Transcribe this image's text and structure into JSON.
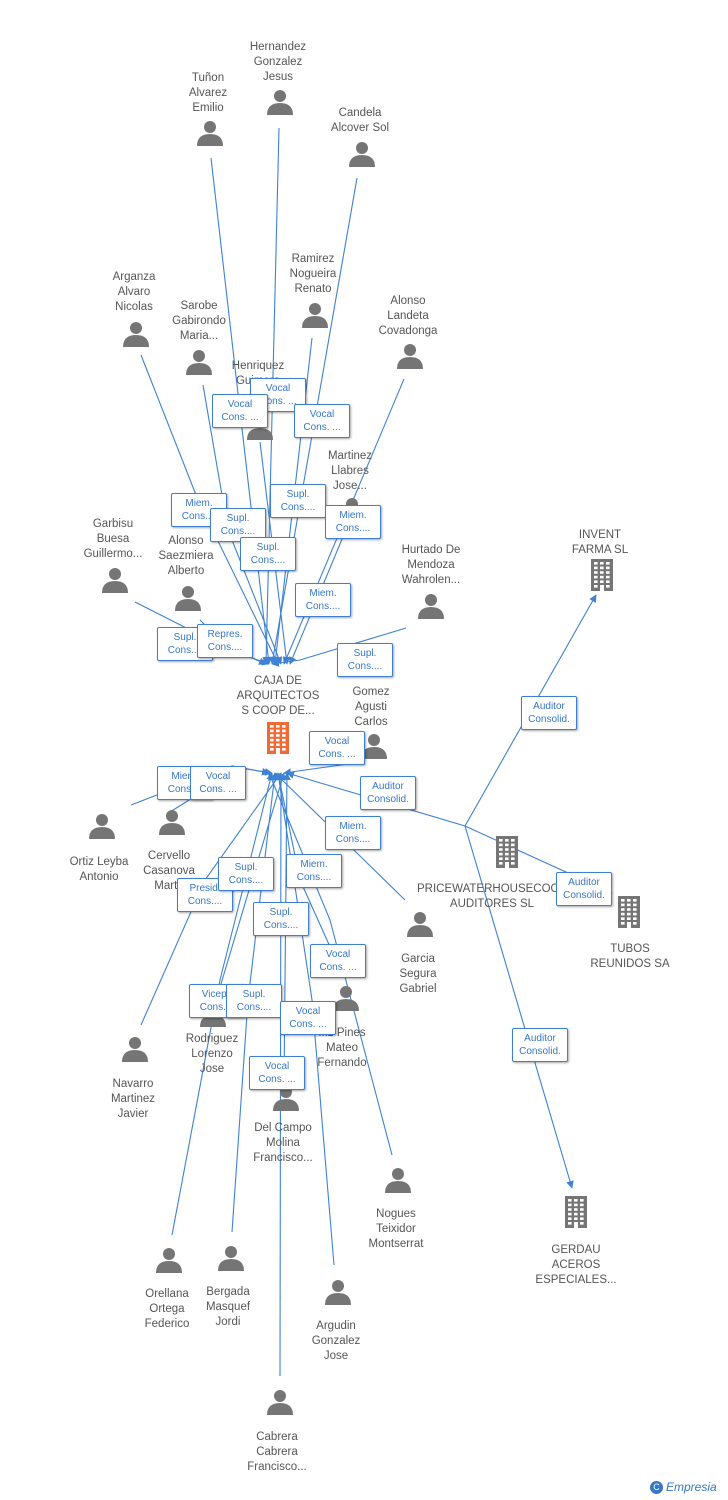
{
  "colors": {
    "edge": "#3f82d4",
    "person": "#757575",
    "company": "#757575",
    "focus": "#f06a35"
  },
  "brand": {
    "icon": "C",
    "name": "Empresia"
  },
  "center": {
    "id": "caja",
    "label": "CAJA DE\nARQUITECTOS\nS COOP DE...",
    "icon": "building-icon",
    "focus": true
  },
  "nodes": [
    {
      "id": "hernandez",
      "type": "person",
      "label": "Hernandez\nGonzalez\nJesus"
    },
    {
      "id": "tunon",
      "type": "person",
      "label": "Tuñon\nAlvarez\nEmilio"
    },
    {
      "id": "candela",
      "type": "person",
      "label": "Candela\nAlcover Sol"
    },
    {
      "id": "ramirez",
      "type": "person",
      "label": "Ramirez\nNogueira\nRenato"
    },
    {
      "id": "arganza",
      "type": "person",
      "label": "Arganza\nAlvaro\nNicolas"
    },
    {
      "id": "sarobe",
      "type": "person",
      "label": "Sarobe\nGabirondo\nMaria..."
    },
    {
      "id": "alonso_l",
      "type": "person",
      "label": "Alonso\nLandeta\nCovadonga"
    },
    {
      "id": "henriquez",
      "type": "person",
      "label": "Henriquez\nGuimera\nR..."
    },
    {
      "id": "martinez_ll",
      "type": "person",
      "label": "Martinez\nLlabres\nJose..."
    },
    {
      "id": "garbisu",
      "type": "person",
      "label": "Garbisu\nBuesa\nGuillermo..."
    },
    {
      "id": "alonso_s",
      "type": "person",
      "label": "Alonso\nSaezmiera\nAlberto"
    },
    {
      "id": "hurtado",
      "type": "person",
      "label": "Hurtado De\nMendoza\nWahrolen..."
    },
    {
      "id": "gomez",
      "type": "person",
      "label": "Gomez\nAgusti\nCarlos"
    },
    {
      "id": "ortiz",
      "type": "person",
      "label": "Ortiz Leyba\nAntonio"
    },
    {
      "id": "cervello",
      "type": "person",
      "label": "Cervello\nCasanova\nMarta"
    },
    {
      "id": "garcia",
      "type": "person",
      "label": "Garcia\nSegura\nGabriel"
    },
    {
      "id": "pines",
      "type": "person",
      "label": "...z Pines\nMateo\nFernando"
    },
    {
      "id": "rodriguez",
      "type": "person",
      "label": "Rodriguez\nLorenzo\nJose"
    },
    {
      "id": "navarro",
      "type": "person",
      "label": "Navarro\nMartinez\nJavier"
    },
    {
      "id": "delcampo",
      "type": "person",
      "label": "Del Campo\nMolina\nFrancisco..."
    },
    {
      "id": "nogues",
      "type": "person",
      "label": "Nogues\nTeixidor\nMontserrat"
    },
    {
      "id": "orellana",
      "type": "person",
      "label": "Orellana\nOrtega\nFederico"
    },
    {
      "id": "bergada",
      "type": "person",
      "label": "Bergada\nMasquef\nJordi"
    },
    {
      "id": "argudin",
      "type": "person",
      "label": "Argudin\nGonzalez\nJose"
    },
    {
      "id": "cabrera",
      "type": "person",
      "label": "Cabrera\nCabrera\nFrancisco..."
    },
    {
      "id": "pwc",
      "type": "company",
      "label": "PRICEWATERHOUSECOO...\nAUDITORES SL"
    },
    {
      "id": "invent",
      "type": "company",
      "label": "INVENT\nFARMA SL"
    },
    {
      "id": "tubos",
      "type": "company",
      "label": "TUBOS\nREUNIDOS SA"
    },
    {
      "id": "gerdau",
      "type": "company",
      "label": "GERDAU\nACEROS\nESPECIALES..."
    }
  ],
  "edges": [
    {
      "from": "hernandez",
      "to": "caja",
      "label": "Vocal\nCons. ..."
    },
    {
      "from": "tunon",
      "to": "caja",
      "label": "Vocal\nCons. ..."
    },
    {
      "from": "candela",
      "to": "caja",
      "label": "Vocal\nCons. ..."
    },
    {
      "from": "ramirez",
      "to": "caja",
      "label": "Supl.\nCons...."
    },
    {
      "from": "arganza",
      "to": "caja",
      "label": "Miem.\nCons...."
    },
    {
      "from": "sarobe",
      "to": "caja",
      "label": "Supl.\nCons...."
    },
    {
      "from": "alonso_l",
      "to": "caja",
      "label": "Miem.\nCons...."
    },
    {
      "from": "henriquez",
      "to": "caja",
      "label": "Supl.\nCons...."
    },
    {
      "from": "martinez_ll",
      "to": "caja",
      "label": "Miem.\nCons...."
    },
    {
      "from": "garbisu",
      "to": "caja",
      "label": "Supl.\nCons...."
    },
    {
      "from": "alonso_s",
      "to": "caja",
      "label": "Repres.\nCons...."
    },
    {
      "from": "hurtado",
      "to": "caja",
      "label": "Supl.\nCons...."
    },
    {
      "from": "gomez",
      "to": "caja",
      "label": "Vocal\nCons. ..."
    },
    {
      "from": "pwc",
      "to": "caja",
      "label": "Auditor\nConsolid."
    },
    {
      "from": "ortiz",
      "to": "caja",
      "label": "Miem.\nCons...."
    },
    {
      "from": "cervello",
      "to": "caja",
      "label": "Vocal\nCons. ..."
    },
    {
      "from": "garcia",
      "to": "caja",
      "label": "Miem.\nCons...."
    },
    {
      "from": "pines",
      "to": "caja",
      "label": "Miem.\nCons...."
    },
    {
      "from": "navarro",
      "to": "caja",
      "label": "Presid.\nCons...."
    },
    {
      "from": "rodriguez",
      "to": "caja",
      "label": "Supl.\nCons...."
    },
    {
      "from": "delcampo",
      "to": "caja",
      "label": "Supl.\nCons...."
    },
    {
      "from": "nogues",
      "to": "caja",
      "label": "Vocal\nCons. ..."
    },
    {
      "from": "orellana",
      "to": "caja",
      "label": "Vicepr.\nCons...."
    },
    {
      "from": "bergada",
      "to": "caja",
      "label": "Supl.\nCons...."
    },
    {
      "from": "argudin",
      "to": "caja",
      "label": "Vocal\nCons. ..."
    },
    {
      "from": "cabrera",
      "to": "caja",
      "label": "Vocal\nCons. ..."
    },
    {
      "from": "pwc",
      "to": "invent",
      "label": "Auditor\nConsolid."
    },
    {
      "from": "pwc",
      "to": "tubos",
      "label": "Auditor\nConsolid."
    },
    {
      "from": "pwc",
      "to": "gerdau",
      "label": "Auditor\nConsolid."
    }
  ]
}
